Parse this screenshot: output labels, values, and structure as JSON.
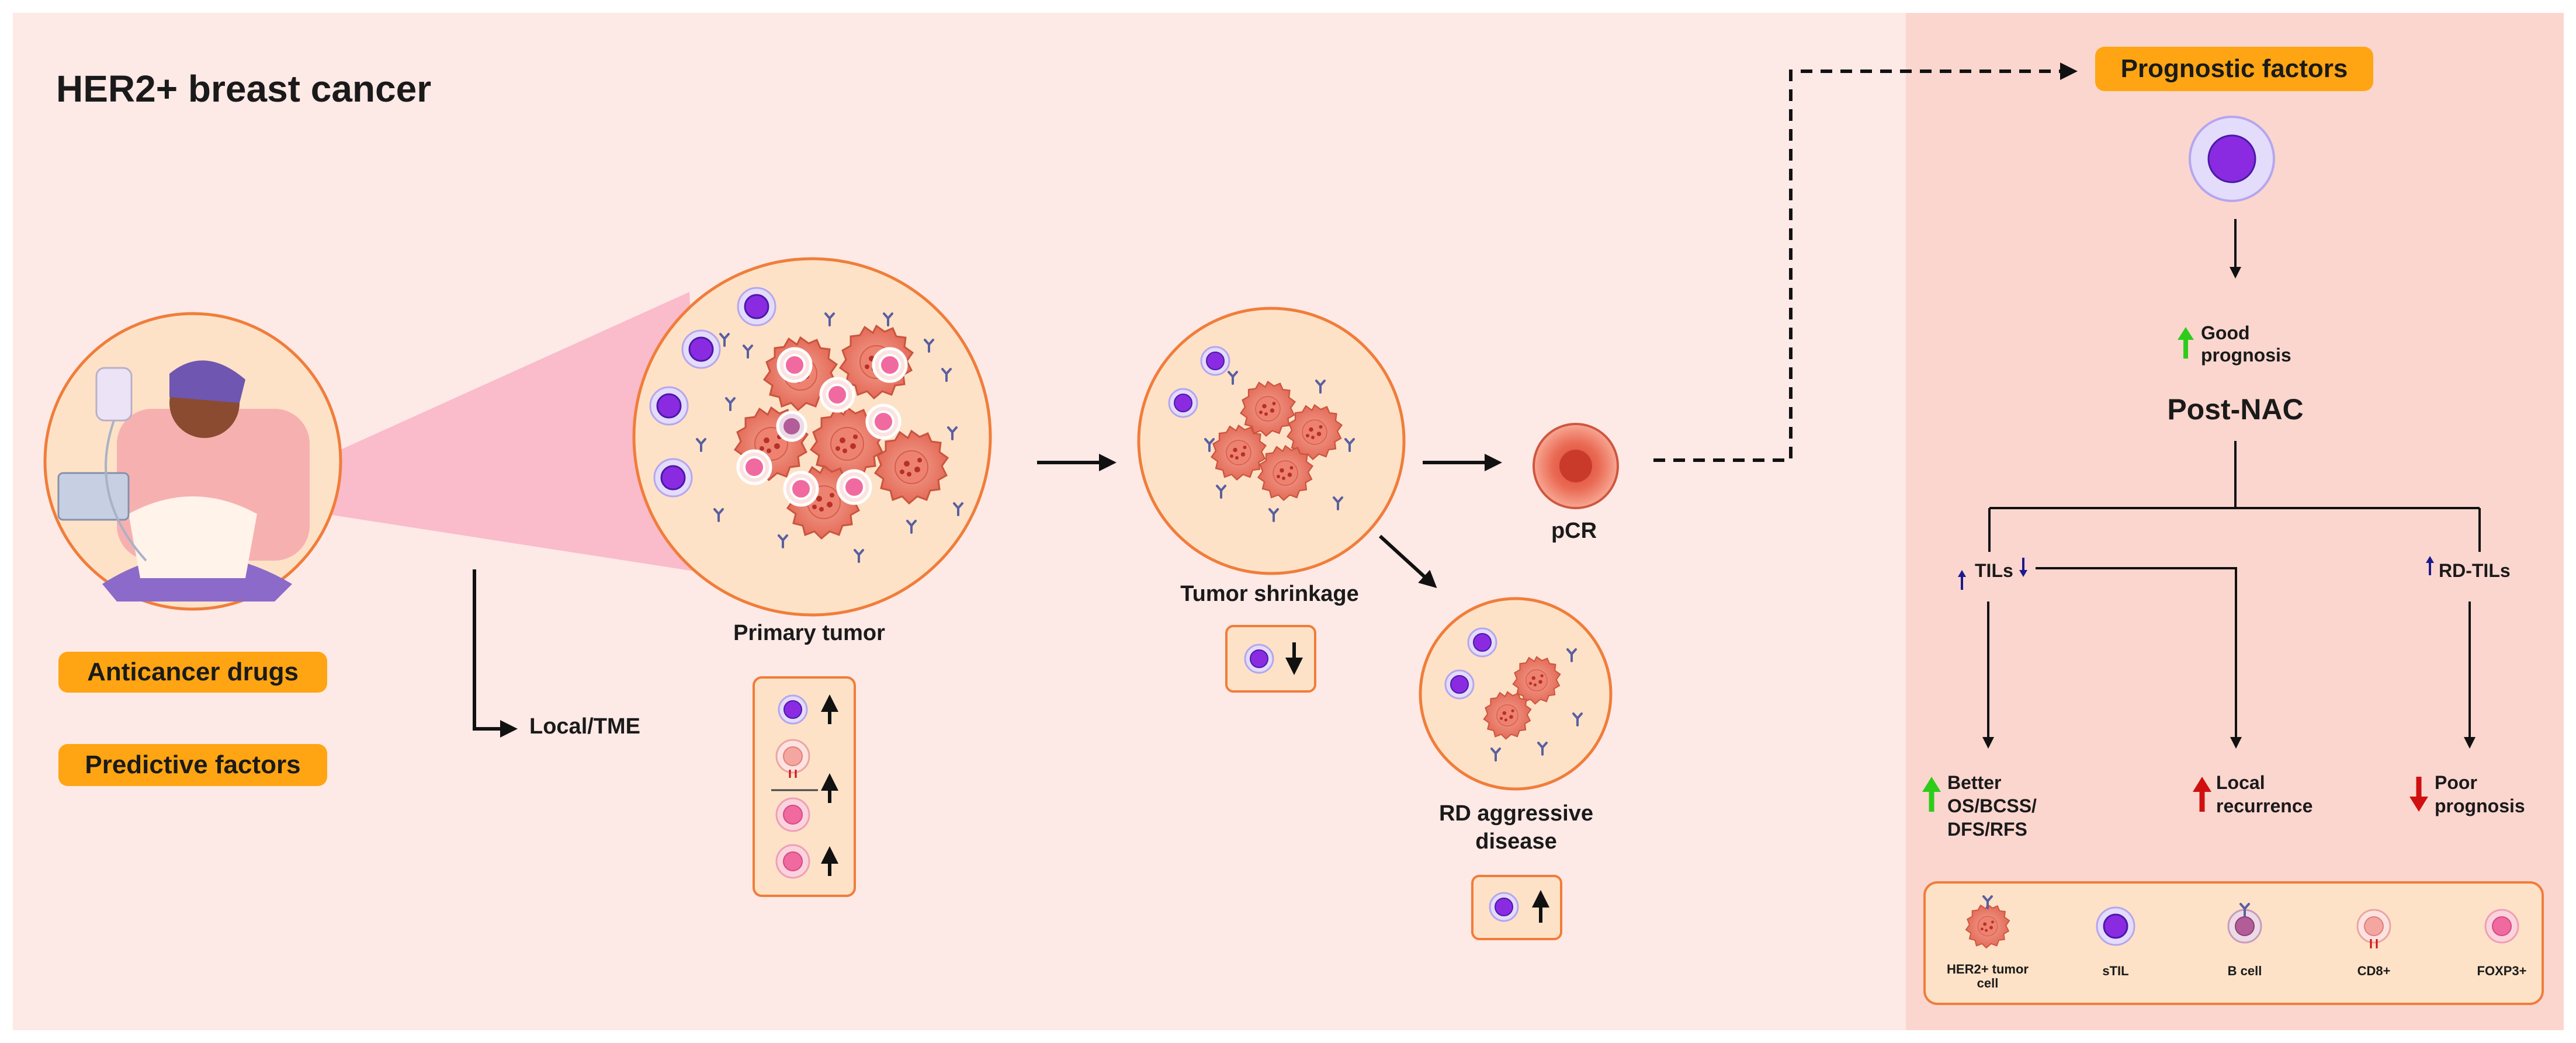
{
  "title": "HER2+ breast cancer",
  "pills": {
    "anticancer": "Anticancer drugs",
    "predictive": "Predictive factors",
    "prognostic": "Prognostic factors"
  },
  "flow": {
    "local_tme": "Local/TME",
    "primary_tumor": "Primary tumor",
    "tumor_shrinkage": "Tumor shrinkage",
    "pcr": "pCR",
    "rd_line1": "RD aggressive",
    "rd_line2": "disease"
  },
  "prognosis": {
    "good_line1": "Good",
    "good_line2": "prognosis",
    "post_nac": "Post-NAC",
    "tils": "TILs",
    "rd_tils": "RD-TILs",
    "better_lines": [
      "Better",
      "OS/BCSS/",
      "DFS/RFS"
    ],
    "local_lines": [
      "Local",
      "recurrence"
    ],
    "poor_lines": [
      "Poor",
      "prognosis"
    ]
  },
  "legend": {
    "her2": [
      "HER2+ tumor",
      "cell"
    ],
    "stil": "sTIL",
    "bcell": "B cell",
    "cd8": "CD8+",
    "foxp3": "FOXP3+"
  },
  "colors": {
    "background": "#fde9e6",
    "right_panel": "#fbd6cf",
    "pill": "#ffa513",
    "circle_fill": "#fde2c7",
    "circle_stroke": "#f07d3a",
    "green_arrow": "#2ecc1a",
    "red_arrow": "#d01010",
    "navy_arrow": "#1c1a8c",
    "stil_purple": "#8a2be2"
  }
}
